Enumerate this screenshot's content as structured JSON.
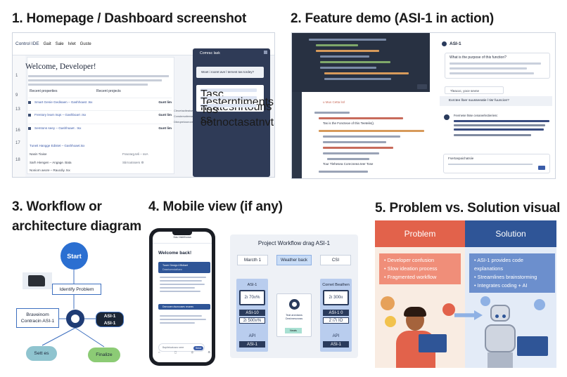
{
  "headings": {
    "h1": "1. Homepage / Dashboard screenshot",
    "h2": "2. Feature demo (ASI-1 in action)",
    "h3a": "3. Workflow or",
    "h3b": "architecture diagram",
    "h4": "4. Mobile view (if any)",
    "h5": "5. Problem vs. Solution visual"
  },
  "dashboard": {
    "app_name": "Control IDE",
    "nav_items": [
      "Gait",
      "Sale",
      "Ivlet",
      "Guste"
    ],
    "welcome": "Welcome, Developer!",
    "line_numbers": [
      "1",
      "9",
      "13",
      "16",
      "17",
      "18"
    ],
    "col_left": "Recent properties",
    "col_right": "Recent projects",
    "projects": [
      {
        "label": "Smart Genie Gedisaen – Gashhoast .tsx",
        "action": "Gunt lim"
      },
      {
        "label": "Frentory learn tsqs – Gashboart .tsx",
        "action": "Gunt lim"
      },
      {
        "label": "Semtons seey – Gashhoaet . tsx",
        "action": "Gunt lim"
      }
    ],
    "sub_items": [
      {
        "label": "Tuneit Hangge Edistet – Gashhoaet.tsx",
        "right": ""
      },
      {
        "label": "Nasin Tiaise",
        "right": "Fracrarg.teli – ssA"
      },
      {
        "label": "Sarh Hiengen – Angage. Bata",
        "right": "Stirrootssers ⚙"
      },
      {
        "label": "Noniorn aeore – Raucdiy. tsx",
        "right": ""
      }
    ],
    "chat_header": "Comrac lask",
    "chat_message": "Woet i rooret ave l ternest tas tordey?",
    "chat_lines": [
      "Tasc neatesnrtouns ss",
      "Testerntimentsnmernas",
      "Tos ootnoctasatnvtaeanes"
    ],
    "side_lines": [
      "Cleoetactieaiset",
      "Ccnstersnfeesevs",
      "Dbeqeeloseoveelet"
    ]
  },
  "feature_demo": {
    "panel_title": "ASI-1",
    "question": "What is the purpose of this function?",
    "pill": "Tleacoc, yoce sevne",
    "prompt_bar": "Exrctee lloer suusseeatie l tisr fuuncion?",
    "code_a": "u Mus Cetta lsrl",
    "code_b": "Tas is the Foncteoe of this Teeteile().",
    "code_c": "Tour Tlehesea Corecneea teer Tose",
    "input_label": "Fsertaspaichatsiie",
    "answer_caption": "Fevrnese ltsse cenanerlectierienc"
  },
  "workflow": {
    "start": "Start",
    "identify": "Identify Problem",
    "brainstorm_a": "Braveinom",
    "brainstorm_b": "Contracin ASI-1",
    "asi_a": "ASI-1",
    "asi_b": "ASI-1",
    "settle": "Sett es",
    "finalize": "Finalize"
  },
  "mobile": {
    "header": "Dau bisbtlvoaa",
    "welcome": "Welcome back!",
    "card1_title": "Tuuer Gesign ℹ Bldlaet",
    "card1_sub": "Daseiuenstatiueo",
    "card2_title": "Dsrvuuen dsunuuses nnunes",
    "input_placeholder": "Baptieloatcacs seee",
    "send": "Send",
    "nav": [
      "⌂",
      "▢",
      "◎",
      "⚙"
    ]
  },
  "mobile_workflow": {
    "title": "Project Workflow drag ASI-1",
    "tabs": [
      "Marcth 1",
      "Weather back",
      "CSI"
    ],
    "left_col": {
      "header": "ASI-1",
      "screen": "2ı 70ıı%",
      "tag1": "ASI-10",
      "tag2": "2ı 500ıı%",
      "api": "API",
      "tag3": "ASI-1"
    },
    "right_col": {
      "header": "Cornet Beathen",
      "screen": "2ı 300ıı",
      "tag1": "ASI-1 0",
      "tag2": "2 ı7ı IO",
      "api": "API",
      "tag3": "ASI-1"
    },
    "mid_caption": "Teat anedasrs Deshnesvoras",
    "mid_button": "Neats"
  },
  "problem_solution": {
    "problem_title": "Problem",
    "solution_title": "Solution",
    "problems": [
      "Developer confusion",
      "Slow ideation process",
      "Fragmented workflow"
    ],
    "solutions": [
      "ASI-1 provides code explanations",
      "Streamlines brainstorming",
      "Integrates coding + AI"
    ]
  },
  "colors": {
    "accent_blue": "#2b6fd1",
    "navy": "#2f5597",
    "problem_red": "#e2624b",
    "finalize_green": "#8ccb75",
    "settle_teal": "#8fc4cf"
  }
}
